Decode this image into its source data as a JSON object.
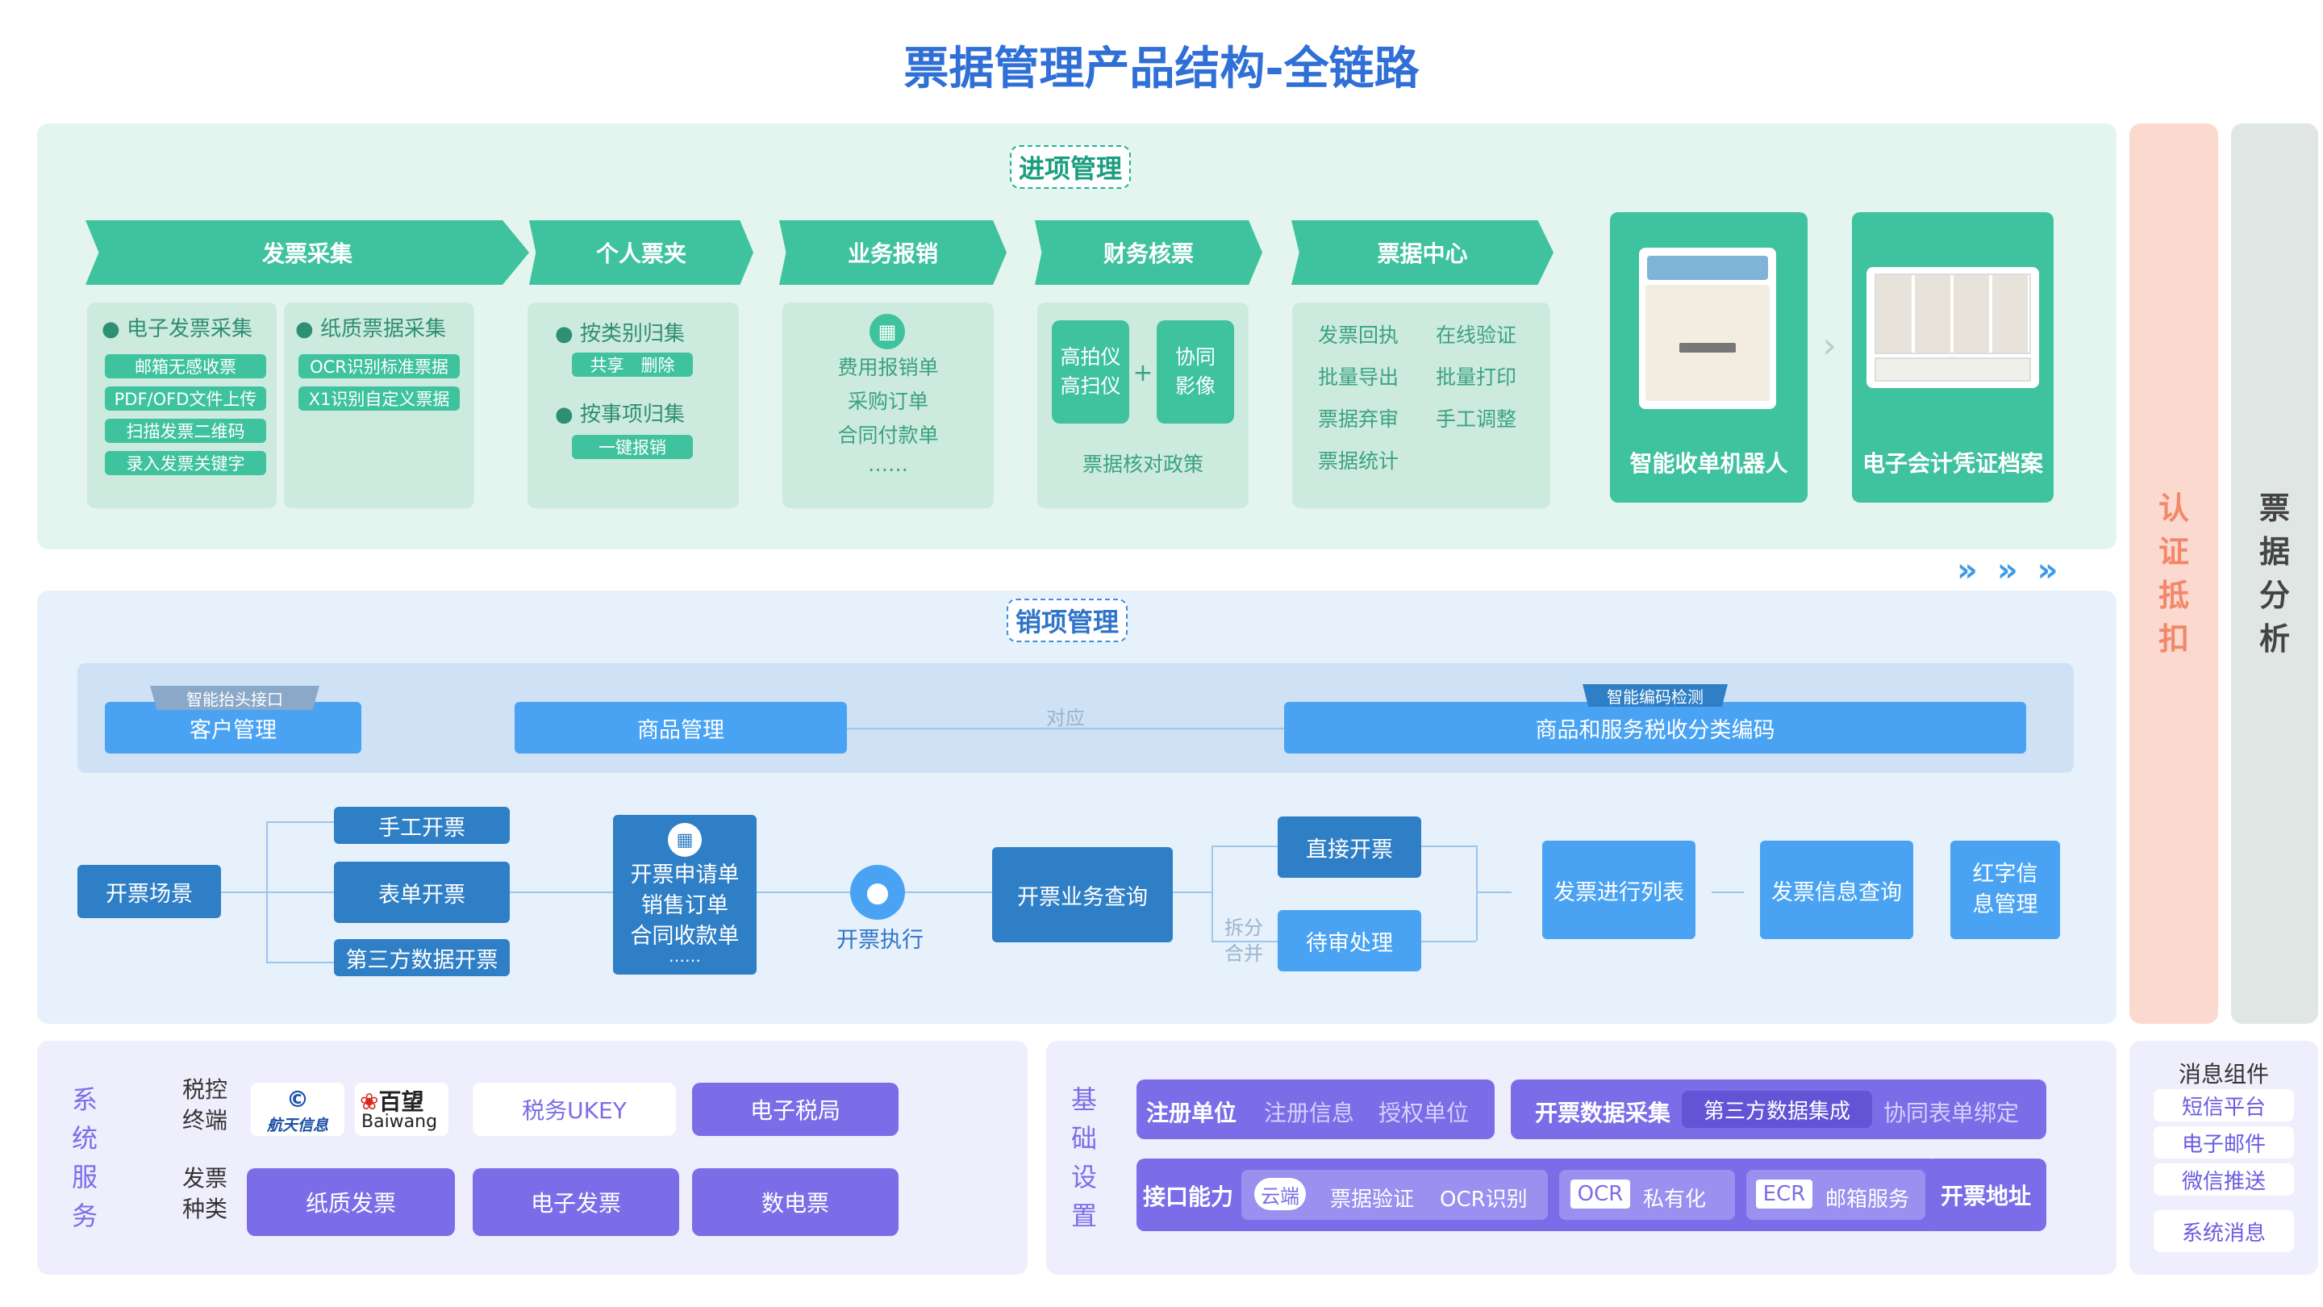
{
  "title": "票据管理产品结构-全链路",
  "jinxiang": {
    "badge": "进项管理",
    "steps": [
      "发票采集",
      "个人票夹",
      "业务报销",
      "财务核票",
      "票据中心"
    ],
    "collect": {
      "electronic_head": "电子发票采集",
      "electronic_items": [
        "邮箱无感收票",
        "PDF/OFD文件上传",
        "扫描发票二维码",
        "录入发票关键字"
      ],
      "paper_head": "纸质票据采集",
      "paper_items": [
        "OCR识别标准票据",
        "X1识别自定义票据"
      ]
    },
    "wallet": {
      "g1": "按类别归集",
      "g1_pill": "共享　删除",
      "g2": "按事项归集",
      "g2_pill": "一键报销"
    },
    "reimburse": [
      "费用报销单",
      "采购订单",
      "合同付款单",
      "……"
    ],
    "audit": {
      "b1": "高拍仪\n高扫仪",
      "plus": "+",
      "b2": "协同\n影像",
      "foot": "票据核对政策"
    },
    "center": [
      "发票回执",
      "在线验证",
      "批量导出",
      "批量打印",
      "票据弃审",
      "手工调整",
      "票据统计"
    ],
    "devices": [
      "智能收单机器人",
      "电子会计凭证档案"
    ]
  },
  "xiaoxiang": {
    "badge": "销项管理",
    "customer": "客户管理",
    "customer_tag": "智能抬头接口",
    "goods": "商品管理",
    "link": "对应",
    "tax": "商品和服务税收分类编码",
    "tax_tag": "智能编码检测",
    "scene": "开票场景",
    "modes": [
      "手工开票",
      "表单开票",
      "第三方数据开票"
    ],
    "apply": [
      "开票申请单",
      "销售订单",
      "合同收款单",
      "……"
    ],
    "exec": "开票执行",
    "query": "开票业务查询",
    "direct": "直接开票",
    "pending": "待审处理",
    "split": "拆分",
    "merge": "合并",
    "list": "发票进行列表",
    "info": "发票信息查询",
    "red": "红字信\n息管理"
  },
  "side": {
    "auth": [
      "认",
      "证",
      "抵",
      "扣"
    ],
    "anal": [
      "票",
      "据",
      "分",
      "析"
    ]
  },
  "system": {
    "label": [
      "系",
      "统",
      "服",
      "务"
    ],
    "taxctrl": "税控\n终端",
    "brand1": "航天信息",
    "brand2_cn": "百望",
    "brand2_en": "Baiwang",
    "ukey": "税务UKEY",
    "bureau": "电子税局",
    "kind": "发票\n种类",
    "types": [
      "纸质发票",
      "电子发票",
      "数电票"
    ]
  },
  "base": {
    "label": [
      "基",
      "础",
      "设",
      "置"
    ],
    "reg": "注册单位",
    "reg_items": [
      "注册信息",
      "授权单位"
    ],
    "collect": "开票数据采集",
    "collect_hi": "第三方数据集成",
    "collect_item": "协同表单绑定",
    "api": "接口能力",
    "cloud": "云端",
    "cloud_items": [
      "票据验证",
      "OCR识别"
    ],
    "ocr": "OCR",
    "ocr_item": "私有化",
    "ecr": "ECR",
    "ecr_item": "邮箱服务",
    "addr": "开票地址"
  },
  "msg": {
    "title": "消息组件",
    "items": [
      "短信平台",
      "电子邮件",
      "微信推送",
      "系统消息"
    ]
  }
}
